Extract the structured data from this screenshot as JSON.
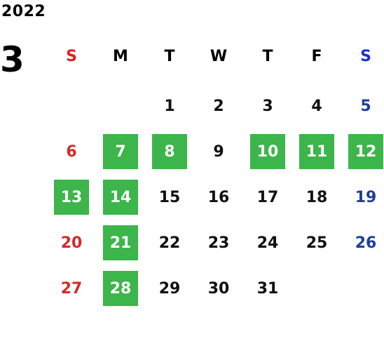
{
  "year": "2022",
  "month": "3",
  "weekdays": [
    "S",
    "M",
    "T",
    "W",
    "T",
    "F",
    "S"
  ],
  "colors": {
    "sunday": "#d42a2a",
    "saturday": "#1e3f97",
    "highlight": "#3cb54a",
    "weekday": "#111111"
  },
  "weeks": [
    [
      null,
      null,
      {
        "day": "1",
        "highlight": false
      },
      {
        "day": "2",
        "highlight": false
      },
      {
        "day": "3",
        "highlight": false
      },
      {
        "day": "4",
        "highlight": false
      },
      {
        "day": "5",
        "highlight": false
      }
    ],
    [
      {
        "day": "6",
        "highlight": false
      },
      {
        "day": "7",
        "highlight": true
      },
      {
        "day": "8",
        "highlight": true
      },
      {
        "day": "9",
        "highlight": false
      },
      {
        "day": "10",
        "highlight": true
      },
      {
        "day": "11",
        "highlight": true
      },
      {
        "day": "12",
        "highlight": true
      }
    ],
    [
      {
        "day": "13",
        "highlight": true
      },
      {
        "day": "14",
        "highlight": true
      },
      {
        "day": "15",
        "highlight": false
      },
      {
        "day": "16",
        "highlight": false
      },
      {
        "day": "17",
        "highlight": false
      },
      {
        "day": "18",
        "highlight": false
      },
      {
        "day": "19",
        "highlight": false
      }
    ],
    [
      {
        "day": "20",
        "highlight": false
      },
      {
        "day": "21",
        "highlight": true
      },
      {
        "day": "22",
        "highlight": false
      },
      {
        "day": "23",
        "highlight": false
      },
      {
        "day": "24",
        "highlight": false
      },
      {
        "day": "25",
        "highlight": false
      },
      {
        "day": "26",
        "highlight": false
      }
    ],
    [
      {
        "day": "27",
        "highlight": false
      },
      {
        "day": "28",
        "highlight": true
      },
      {
        "day": "29",
        "highlight": false
      },
      {
        "day": "30",
        "highlight": false
      },
      {
        "day": "31",
        "highlight": false
      },
      null,
      null
    ]
  ]
}
